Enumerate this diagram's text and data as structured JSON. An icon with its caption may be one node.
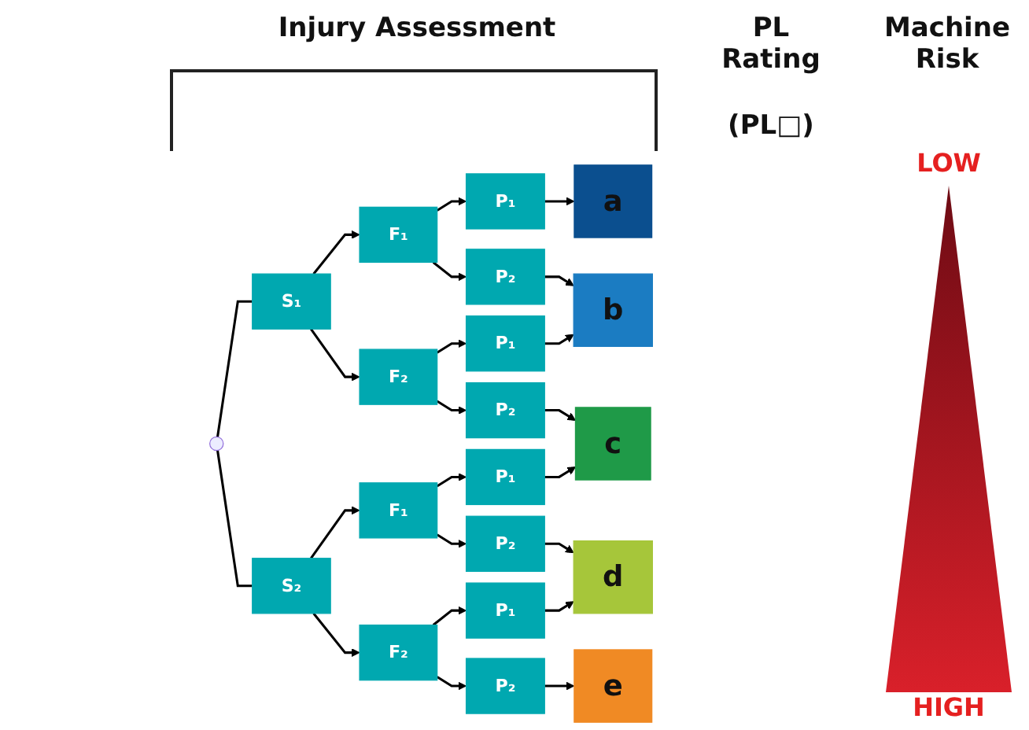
{
  "diagram": {
    "nodes": [
      {
        "text": [],
        "shape": "circle"
      },
      {
        "text": [
          "S₁"
        ]
      },
      {
        "text": [
          "S₂"
        ]
      },
      {
        "text": [
          "F₁"
        ]
      },
      {
        "text": [
          "F₂"
        ]
      },
      {
        "text": [
          "F₁"
        ]
      },
      {
        "text": [
          "F₂"
        ]
      },
      {
        "text": [
          "P₁"
        ]
      },
      {
        "text": [
          "P₂"
        ]
      },
      {
        "text": [
          "P₁"
        ]
      },
      {
        "text": [
          "P₂"
        ]
      },
      {
        "text": [
          "P₁"
        ]
      },
      {
        "text": [
          "P₂"
        ]
      },
      {
        "text": [
          "P₁"
        ]
      },
      {
        "text": [
          "P₂"
        ]
      },
      {
        "text": [
          "a"
        ]
      },
      {
        "text": [
          "b"
        ]
      },
      {
        "text": [
          "c"
        ]
      },
      {
        "text": [
          "d"
        ]
      },
      {
        "text": [
          "e"
        ]
      }
    ],
    "edges": [
      {
        "from": 0,
        "to": 1,
        "arrow": "none"
      },
      {
        "from": 0,
        "to": 2,
        "arrow": "none"
      },
      {
        "from": 1,
        "to": 3,
        "arrow": "to"
      },
      {
        "from": 1,
        "to": 4,
        "arrow": "to"
      },
      {
        "from": 2,
        "to": 5,
        "arrow": "to"
      },
      {
        "from": 2,
        "to": 6,
        "arrow": "to"
      },
      {
        "from": 3,
        "to": 7,
        "arrow": "to"
      },
      {
        "from": 3,
        "to": 8,
        "arrow": "to"
      },
      {
        "from": 4,
        "to": 9,
        "arrow": "to"
      },
      {
        "from": 4,
        "to": 10,
        "arrow": "to"
      },
      {
        "from": 5,
        "to": 11,
        "arrow": "to"
      },
      {
        "from": 5,
        "to": 12,
        "arrow": "to"
      },
      {
        "from": 6,
        "to": 13,
        "arrow": "to"
      },
      {
        "from": 6,
        "to": 14,
        "arrow": "to"
      },
      {
        "from": 7,
        "to": 15,
        "arrow": "to"
      },
      {
        "from": 8,
        "to": 16,
        "arrow": "to"
      },
      {
        "from": 9,
        "to": 16,
        "arrow": "to"
      },
      {
        "from": 10,
        "to": 17,
        "arrow": "to"
      },
      {
        "from": 11,
        "to": 17,
        "arrow": "to"
      },
      {
        "from": 12,
        "to": 18,
        "arrow": "to"
      },
      {
        "from": 13,
        "to": 18,
        "arrow": "to"
      },
      {
        "from": 14,
        "to": 19,
        "arrow": "to"
      }
    ],
    "labels": [
      "Injury Assessment",
      "PL Rating",
      "(PL□)",
      "Machine Risk",
      "LOW",
      "HIGH"
    ]
  }
}
